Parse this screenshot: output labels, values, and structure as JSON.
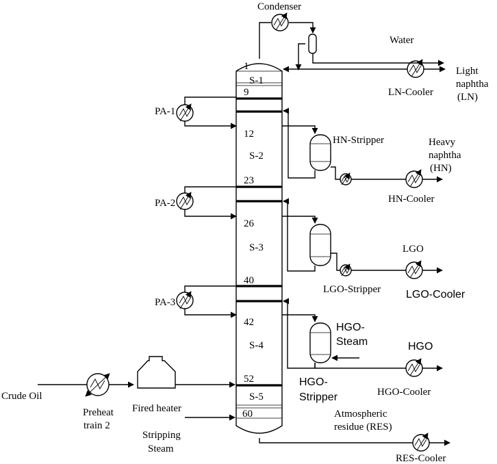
{
  "labels": {
    "condenser": "Condenser",
    "water": "Water",
    "light_naphtha_1": "Light",
    "light_naphtha_2": "naphtha",
    "light_naphtha_3": "(LN)",
    "ln_cooler": "LN-Cooler",
    "pa1": "PA-1",
    "pa2": "PA-2",
    "pa3": "PA-3",
    "hn_stripper": "HN-Stripper",
    "heavy_naphtha_1": "Heavy",
    "heavy_naphtha_2": "naphtha",
    "heavy_naphtha_3": "(HN)",
    "hn_cooler": "HN-Cooler",
    "lgo": "LGO",
    "lgo_stripper": "LGO-Stripper",
    "lgo_cooler": "LGO-Cooler",
    "hgo_steam_1": "HGO-",
    "hgo_steam_2": "Steam",
    "hgo": "HGO",
    "hgo_stripper_1": "HGO-",
    "hgo_stripper_2": "Stripper",
    "hgo_cooler": "HGO-Cooler",
    "crude_oil": "Crude Oil",
    "preheat_1": "Preheat",
    "preheat_2": "train 2",
    "fired_heater": "Fired heater",
    "stripping_1": "Stripping",
    "stripping_2": "Steam",
    "atm_res_1": "Atmospheric",
    "atm_res_2": "residue (RES)",
    "res_cooler": "RES-Cooler"
  },
  "column": {
    "sections": [
      "S-1",
      "S-2",
      "S-3",
      "S-4",
      "S-5"
    ],
    "trays": [
      "1",
      "9",
      "12",
      "23",
      "26",
      "40",
      "42",
      "52",
      "60"
    ]
  }
}
